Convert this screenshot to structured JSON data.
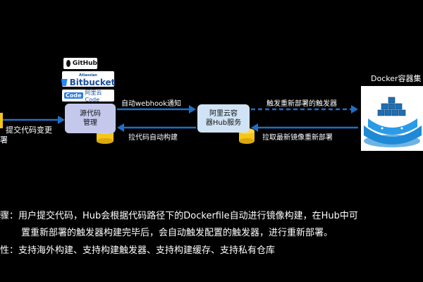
{
  "logos": {
    "github": "GitHub",
    "bitbucket_small": "Atlassian",
    "bitbucket": "Bitbucket",
    "code": "Code",
    "aliyun_code": "阿里云Code"
  },
  "left": {
    "label": "提交代码变更",
    "cut_char": "署"
  },
  "source_box": {
    "line1": "源代码",
    "line2": "管理"
  },
  "hub_box": {
    "line1": "阿里云容",
    "line2": "器Hub服务"
  },
  "arrows": {
    "webhook": "自动webhook通知",
    "pull_build": "拉代码自动构建",
    "trigger": "触发重新部署的触发器",
    "pull_deploy": "拉取最新镜像重新部署"
  },
  "cluster": {
    "title": "Docker容器集"
  },
  "description": {
    "line1": "骤：用户提交代码，Hub会根据代码路径下的Dockerfile自动进行镜像构建，在Hub中可",
    "line2": "置重新部署的触发器构建完毕后，会自动触发配置的触发器，进行重新部署。",
    "line3": "性：支持海外构建、支持构建触发器、支持构建缓存、支持私有仓库"
  },
  "colors": {
    "source_box": "#c4c9ec",
    "hub_box": "#cfe3f5",
    "arrow": "#1f6fc5",
    "cylinder": "#f5c518"
  }
}
